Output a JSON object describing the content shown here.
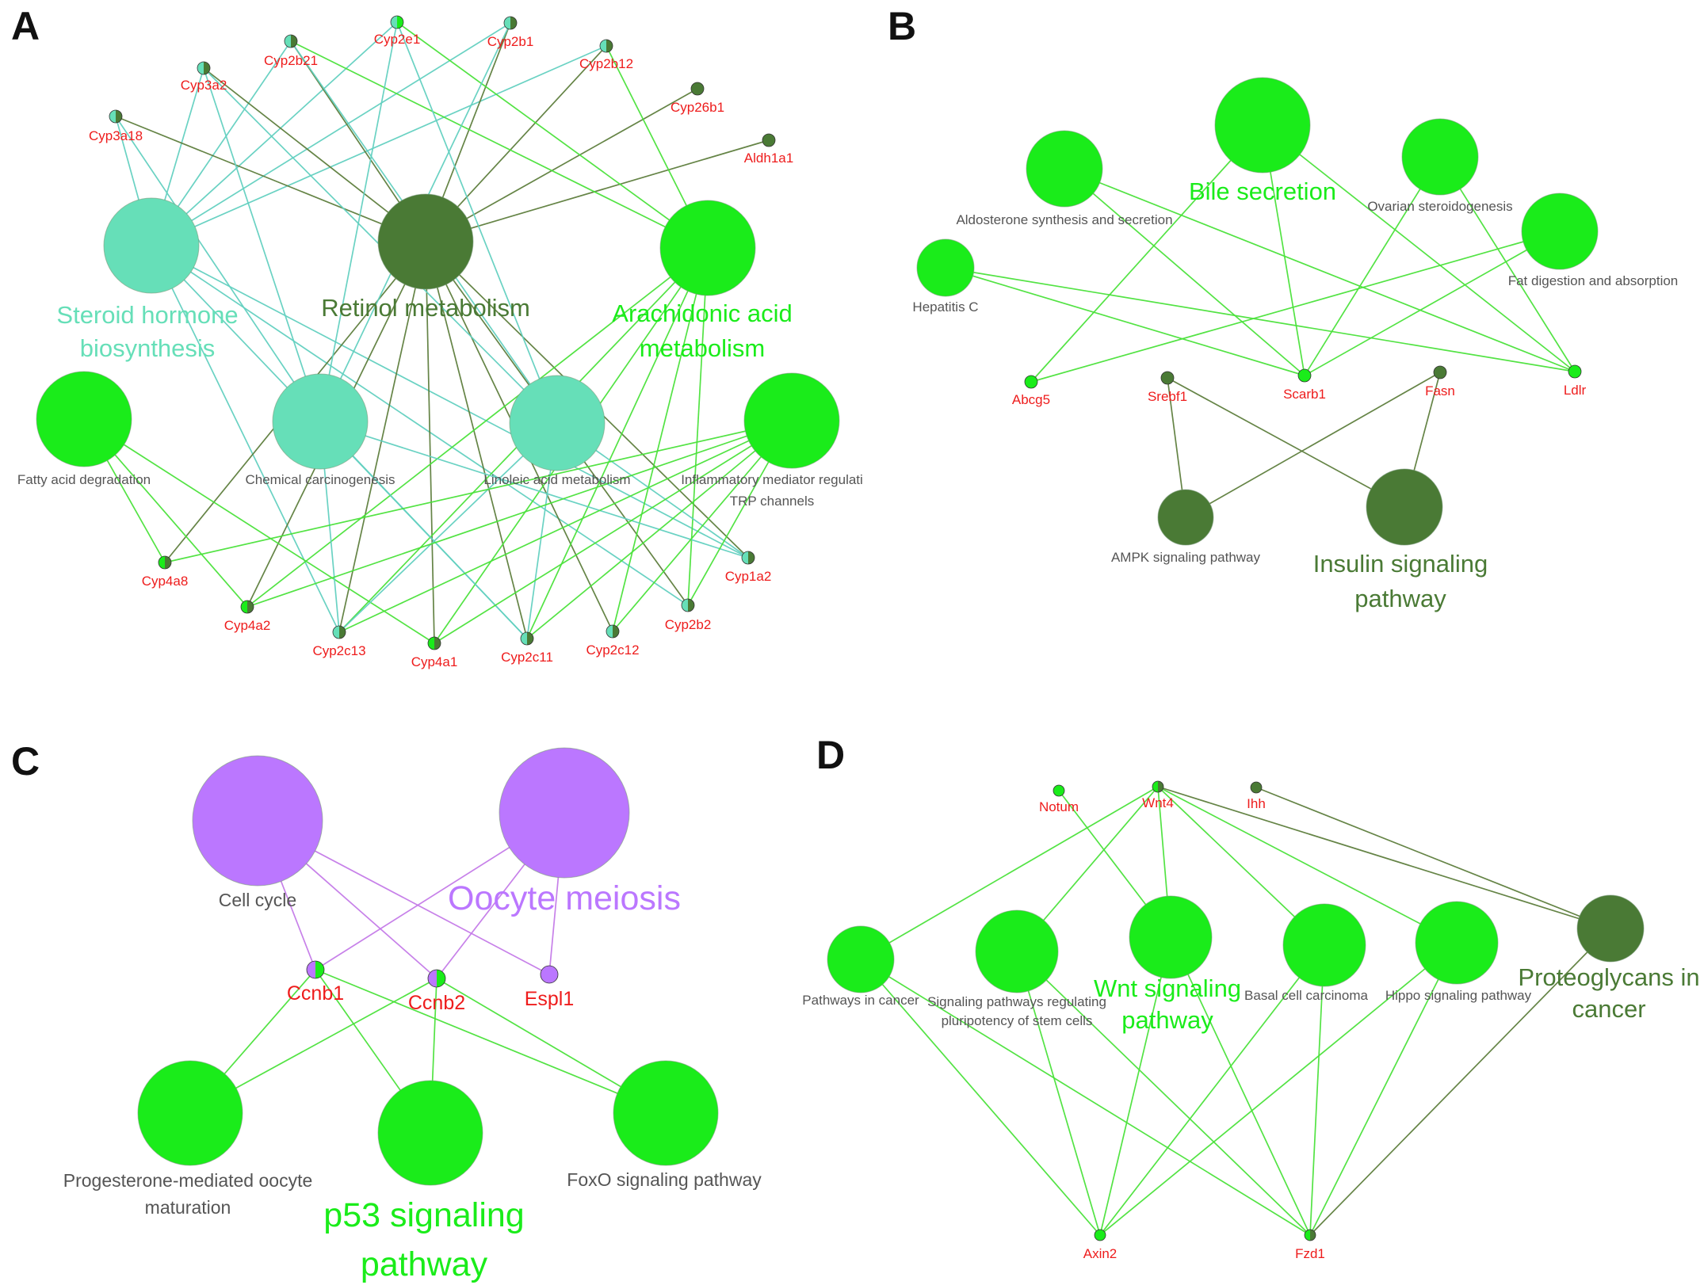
{
  "colors": {
    "teal": "#66dfb8",
    "teal_edge": "#62d0c0",
    "olive": "#4a7a35",
    "olive_edge": "#5d7d3c",
    "green": "#1aec1a",
    "green_edge": "#4ae23a",
    "purple": "#bb77ff",
    "purple_edge": "#c47ae8",
    "gene_label": "#ee1c1c",
    "term_label": "#555555"
  },
  "panels": [
    {
      "label": "A",
      "terms": [
        {
          "id": "steroid",
          "lines": [
            "Steroid hormone",
            "biosynthesis"
          ],
          "color": "teal"
        },
        {
          "id": "retinol",
          "lines": [
            "Retinol metabolism"
          ],
          "color": "olive"
        },
        {
          "id": "arachidonic",
          "lines": [
            "Arachidonic acid",
            "metabolism"
          ],
          "color": "green"
        },
        {
          "id": "fatty",
          "lines": [
            "Fatty acid degradation"
          ],
          "color": "green"
        },
        {
          "id": "chemical",
          "lines": [
            "Chemical carcinogenesis"
          ],
          "color": "teal"
        },
        {
          "id": "linoleic",
          "lines": [
            "Linoleic acid metabolism"
          ],
          "color": "teal"
        },
        {
          "id": "inflammatory",
          "lines": [
            "Inflammatory mediator regulati",
            "TRP channels"
          ],
          "color": "green"
        }
      ],
      "genes": [
        {
          "id": "Cyp3a18",
          "name": "Cyp3a18"
        },
        {
          "id": "Cyp3a2",
          "name": "Cyp3a2"
        },
        {
          "id": "Cyp2b21",
          "name": "Cyp2b21"
        },
        {
          "id": "Cyp2e1",
          "name": "Cyp2e1"
        },
        {
          "id": "Cyp2b1",
          "name": "Cyp2b1"
        },
        {
          "id": "Cyp2b12",
          "name": "Cyp2b12"
        },
        {
          "id": "Cyp26b1",
          "name": "Cyp26b1"
        },
        {
          "id": "Aldh1a1",
          "name": "Aldh1a1"
        },
        {
          "id": "Cyp4a8",
          "name": "Cyp4a8"
        },
        {
          "id": "Cyp4a2",
          "name": "Cyp4a2"
        },
        {
          "id": "Cyp2c13",
          "name": "Cyp2c13"
        },
        {
          "id": "Cyp4a1",
          "name": "Cyp4a1"
        },
        {
          "id": "Cyp2c11",
          "name": "Cyp2c11"
        },
        {
          "id": "Cyp2c12",
          "name": "Cyp2c12"
        },
        {
          "id": "Cyp2b2",
          "name": "Cyp2b2"
        },
        {
          "id": "Cyp1a2",
          "name": "Cyp1a2"
        }
      ]
    },
    {
      "label": "B",
      "terms": [
        {
          "id": "aldosterone",
          "lines": [
            "Aldosterone synthesis and secretion"
          ],
          "color": "green"
        },
        {
          "id": "bile",
          "lines": [
            "Bile secretion"
          ],
          "color": "green"
        },
        {
          "id": "ovarian",
          "lines": [
            "Ovarian steroidogenesis"
          ],
          "color": "green"
        },
        {
          "id": "fatdig",
          "lines": [
            "Fat digestion and absorption"
          ],
          "color": "green"
        },
        {
          "id": "hepc",
          "lines": [
            "Hepatitis C"
          ],
          "color": "green"
        },
        {
          "id": "ampk",
          "lines": [
            "AMPK signaling pathway"
          ],
          "color": "olive"
        },
        {
          "id": "insulin",
          "lines": [
            "Insulin signaling",
            "pathway"
          ],
          "color": "olive"
        }
      ],
      "genes": [
        {
          "id": "Abcg5",
          "name": "Abcg5"
        },
        {
          "id": "Srebf1",
          "name": "Srebf1"
        },
        {
          "id": "Scarb1",
          "name": "Scarb1"
        },
        {
          "id": "Fasn",
          "name": "Fasn"
        },
        {
          "id": "Ldlr",
          "name": "Ldlr"
        }
      ]
    },
    {
      "label": "C",
      "terms": [
        {
          "id": "cellcycle",
          "lines": [
            "Cell cycle"
          ],
          "color": "purple"
        },
        {
          "id": "oocyte",
          "lines": [
            "Oocyte meiosis"
          ],
          "color": "purple"
        },
        {
          "id": "progesterone",
          "lines": [
            "Progesterone-mediated oocyte",
            "maturation"
          ],
          "color": "green"
        },
        {
          "id": "p53",
          "lines": [
            "p53 signaling",
            "pathway"
          ],
          "color": "green"
        },
        {
          "id": "foxo",
          "lines": [
            "FoxO signaling pathway"
          ],
          "color": "green"
        }
      ],
      "genes": [
        {
          "id": "Ccnb1",
          "name": "Ccnb1"
        },
        {
          "id": "Ccnb2",
          "name": "Ccnb2"
        },
        {
          "id": "Espl1",
          "name": "Espl1"
        }
      ]
    },
    {
      "label": "D",
      "terms": [
        {
          "id": "cancer",
          "lines": [
            "Pathways in cancer"
          ],
          "color": "green"
        },
        {
          "id": "stem",
          "lines": [
            "Signaling pathways regulating",
            "pluripotency of stem cells"
          ],
          "color": "green"
        },
        {
          "id": "wnt",
          "lines": [
            "Wnt signaling",
            "pathway"
          ],
          "color": "green"
        },
        {
          "id": "basal",
          "lines": [
            "Basal cell carcinoma"
          ],
          "color": "green"
        },
        {
          "id": "hippo",
          "lines": [
            "Hippo signaling pathway"
          ],
          "color": "green"
        },
        {
          "id": "proteo",
          "lines": [
            "Proteoglycans in",
            "cancer"
          ],
          "color": "olive"
        }
      ],
      "genes": [
        {
          "id": "Notum",
          "name": "Notum"
        },
        {
          "id": "Wnt4",
          "name": "Wnt4"
        },
        {
          "id": "Ihh",
          "name": "Ihh"
        },
        {
          "id": "Axin2",
          "name": "Axin2"
        },
        {
          "id": "Fzd1",
          "name": "Fzd1"
        }
      ]
    }
  ]
}
